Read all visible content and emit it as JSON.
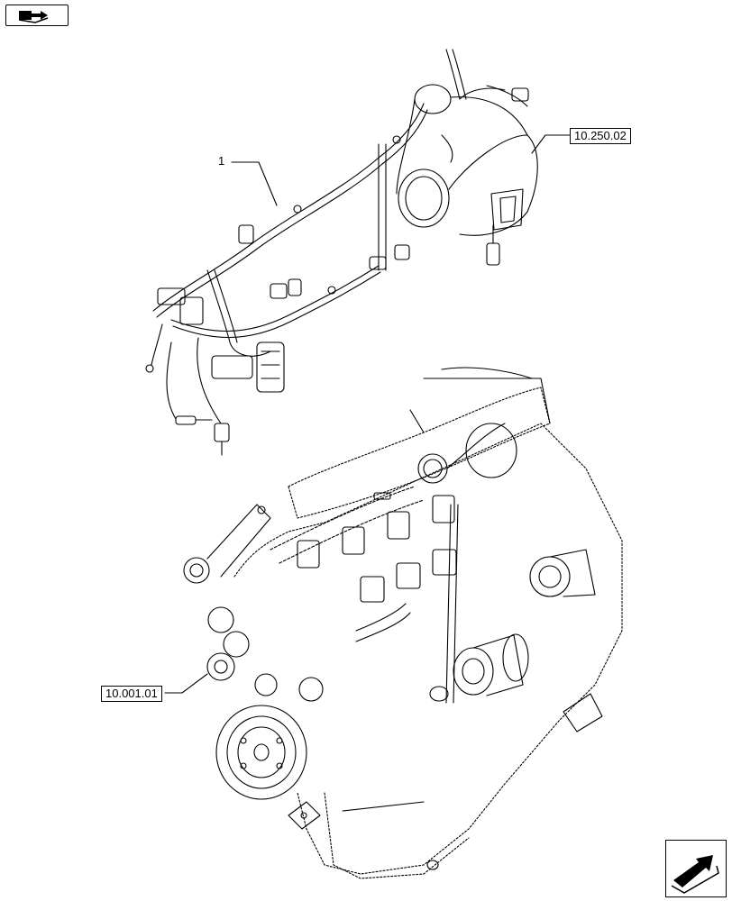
{
  "callouts": {
    "harness_item": "1",
    "turbo_ref": "10.250.02",
    "engine_ref": "10.001.01"
  },
  "icons": {
    "top_left": "book-arrow-icon",
    "bottom_right": "next-page-arrow-icon"
  }
}
